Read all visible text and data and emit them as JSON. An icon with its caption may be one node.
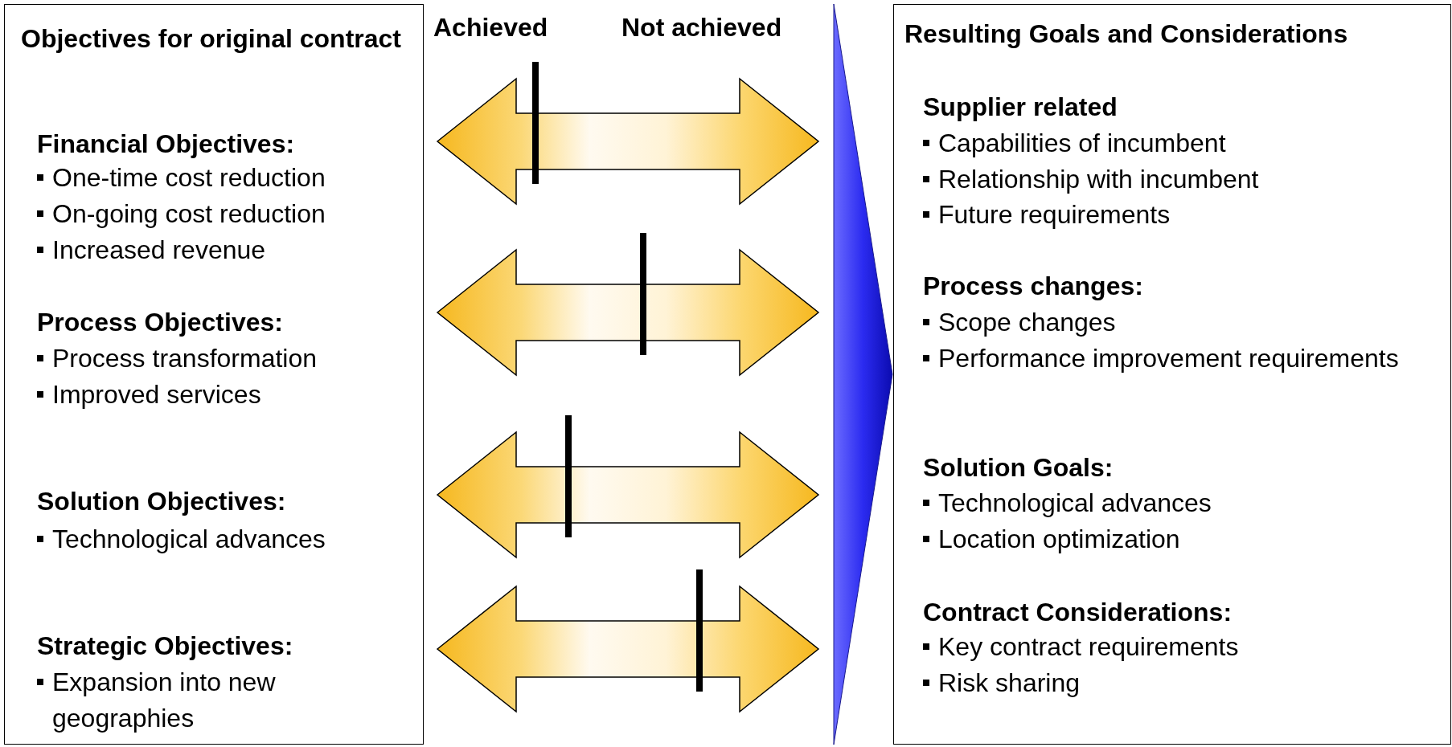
{
  "diagram": {
    "nodes": [
      {
        "text": [
          "Objectives for original contract",
          "Financial Objectives:",
          "One-time cost reduction",
          "On-going cost reduction",
          "Increased revenue",
          "Process Objectives:",
          "Process transformation",
          "Improved services",
          "Solution Objectives:",
          "Technological advances",
          "Strategic Objectives:",
          "Expansion into new geographies"
        ]
      },
      {
        "text": [
          "Resulting Goals and Considerations",
          "Supplier related",
          "Capabilities of incumbent",
          "Relationship with incumbent",
          "Future requirements",
          "Process changes:",
          "Scope changes",
          "Performance improvement requirements",
          "Solution Goals:",
          "Technological advances",
          "Location optimization",
          "Contract Considerations:",
          "Key contract requirements",
          "Risk sharing"
        ]
      }
    ],
    "edges": [
      {
        "from": null,
        "to": 1,
        "arrow": "to"
      }
    ],
    "labels": [
      "Achieved",
      "Not achieved"
    ]
  }
}
